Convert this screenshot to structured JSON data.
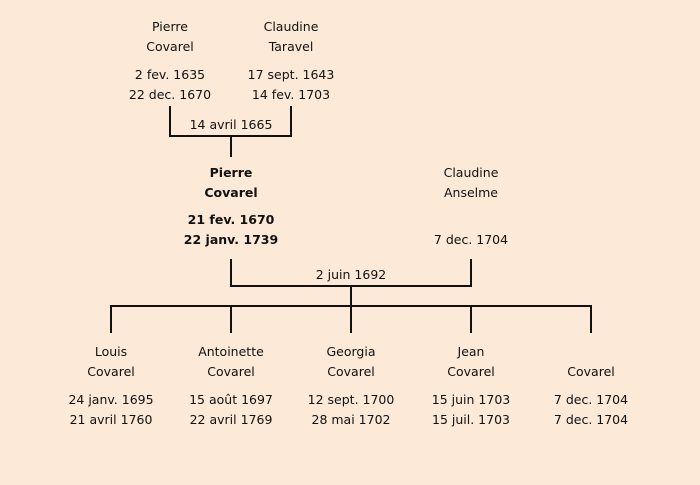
{
  "grandparents": [
    {
      "first": "Pierre",
      "last": "Covarel",
      "birth": "2 fev. 1635",
      "death": "22 dec. 1670"
    },
    {
      "first": "Claudine",
      "last": "Taravel",
      "birth": "17 sept. 1643",
      "death": "14 fev. 1703"
    }
  ],
  "grandparents_marriage": "14 avril 1665",
  "parents": [
    {
      "first": "Pierre",
      "last": "Covarel",
      "birth": "21 fev. 1670",
      "death": "22 janv. 1739"
    },
    {
      "first": "Claudine",
      "last": "Anselme",
      "birth": "",
      "death": "7 dec. 1704"
    }
  ],
  "parents_marriage": "2 juin 1692",
  "children": [
    {
      "first": "Louis",
      "last": "Covarel",
      "birth": "24 janv. 1695",
      "death": "21 avril 1760"
    },
    {
      "first": "Antoinette",
      "last": "Covarel",
      "birth": "15 août 1697",
      "death": "22 avril 1769"
    },
    {
      "first": "Georgia",
      "last": "Covarel",
      "birth": "12 sept. 1700",
      "death": "28 mai 1702"
    },
    {
      "first": "Jean",
      "last": "Covarel",
      "birth": "15 juin 1703",
      "death": "15 juil. 1703"
    },
    {
      "first": "",
      "last": "Covarel",
      "birth": "7 dec. 1704",
      "death": "7 dec. 1704"
    }
  ]
}
